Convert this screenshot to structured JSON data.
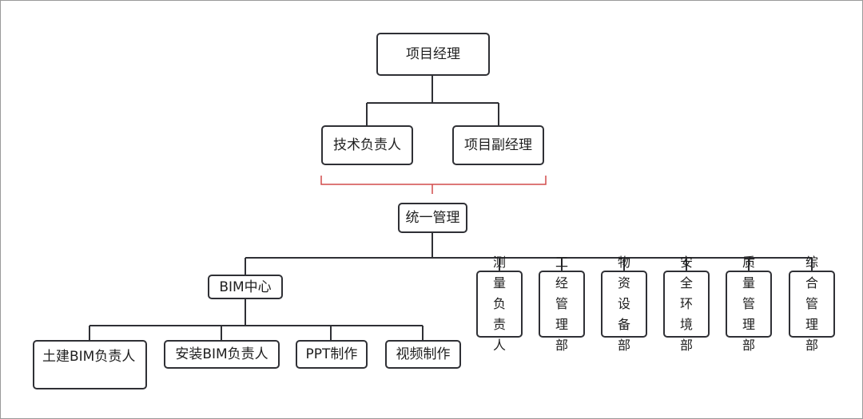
{
  "chart": {
    "root": "项目经理",
    "deputies": [
      "技术负责人",
      "项目副经理"
    ],
    "unified": "统一管理",
    "bim_center": "BIM中心",
    "bim_children": [
      "土建BIM负责人",
      "安装BIM负责人",
      "PPT制作",
      "视频制作"
    ],
    "departments": [
      "测量负责人",
      "工经管理部",
      "物资设备部",
      "安全环境部",
      "质量管理部",
      "综合管理部"
    ]
  },
  "colors": {
    "line": "#2f3035",
    "bracket": "#d24b4b",
    "border": "#2f3035"
  }
}
